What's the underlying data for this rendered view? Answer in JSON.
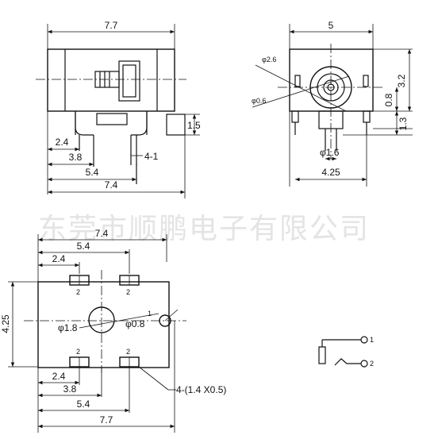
{
  "watermark": "东莞市顺鹏电子有限公司",
  "front_view": {
    "top_width": "7.7",
    "dims": [
      "2.4",
      "3.8",
      "5.4",
      "7.4"
    ],
    "pin_note": "4-1",
    "height": "1.5"
  },
  "side_view": {
    "top_width": "5",
    "d_outer": "φ2.6",
    "d_pin": "φ0.6",
    "d_hole": "φ1.6",
    "bottom_width": "4.25",
    "h_upper": "3.2",
    "h_mid": "0.8",
    "h_lower": "1.3"
  },
  "pcb_view": {
    "top_width": "7.4",
    "dims_top": [
      "5.4",
      "2.4"
    ],
    "left_height": "4.25",
    "d_center": "φ1.8",
    "d_side": "φ0.8",
    "pad_label": "2",
    "side_label": "1",
    "dims_bottom": [
      "2.4",
      "3.8",
      "5.4",
      "7.7"
    ],
    "pad_note": "4-(1.4 X0.5)"
  },
  "schematic": {
    "pin1": "1",
    "pin2": "2"
  }
}
